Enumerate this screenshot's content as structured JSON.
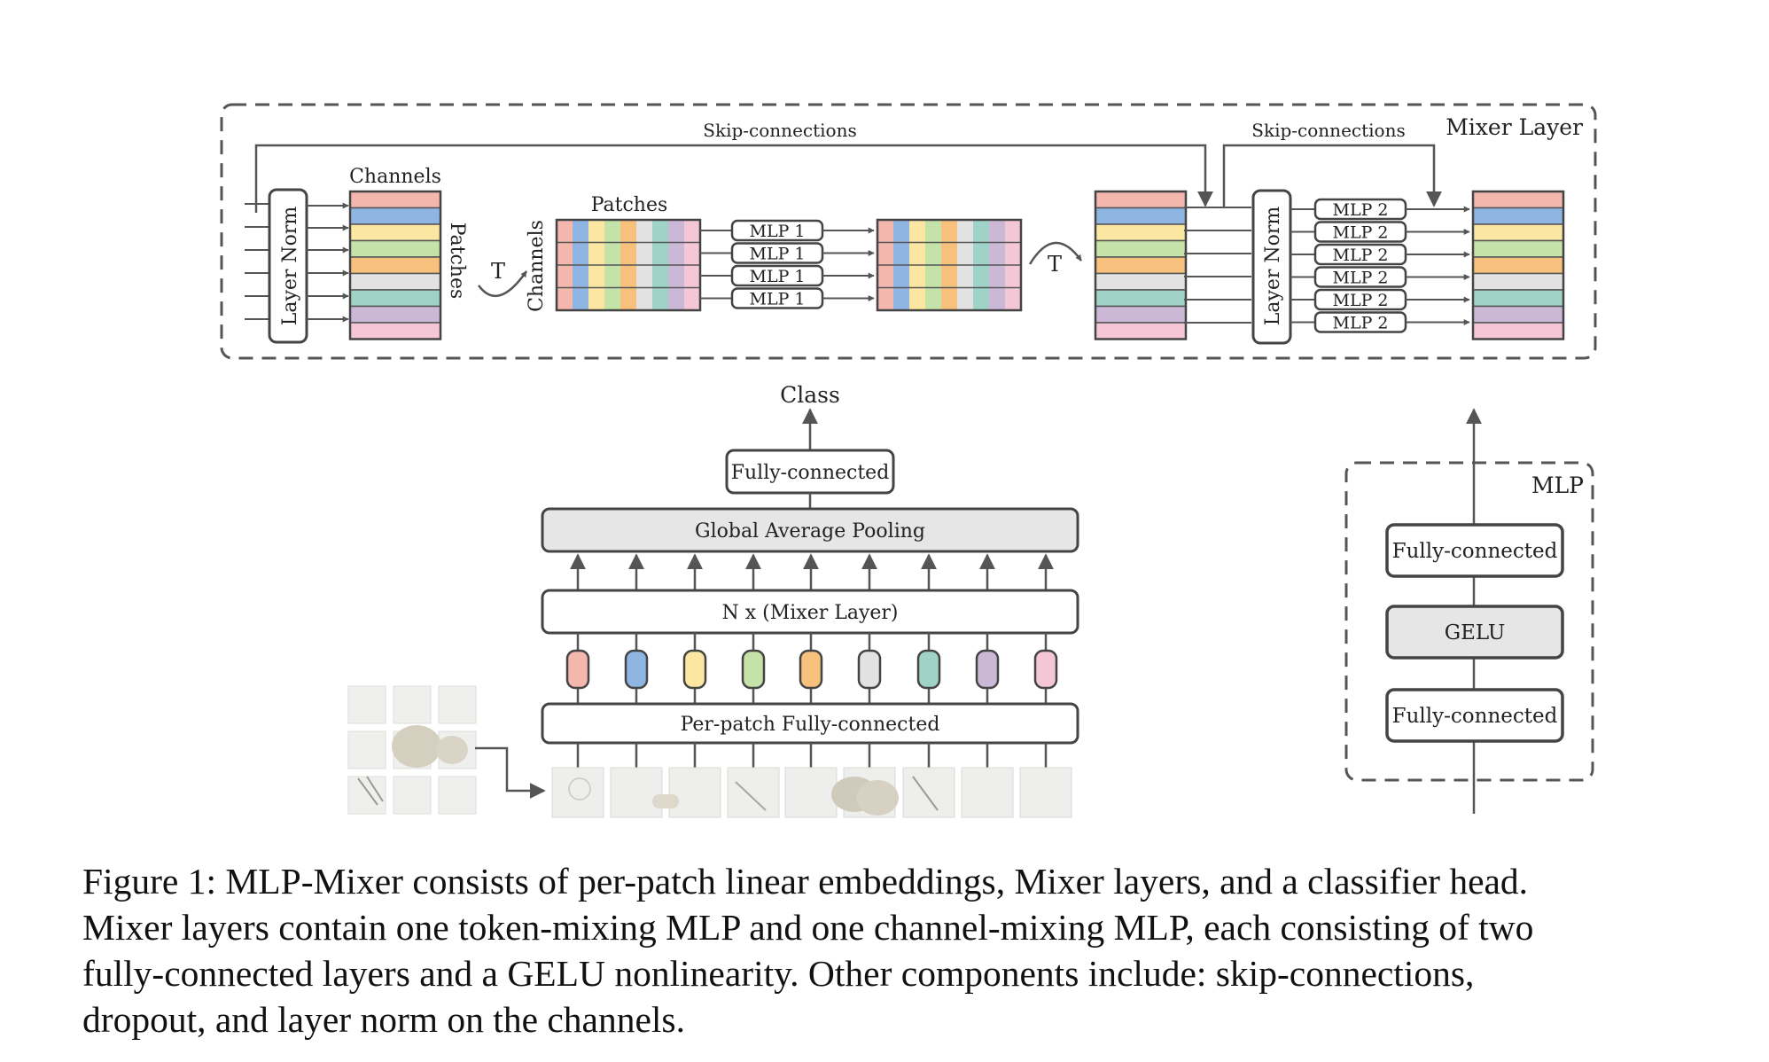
{
  "figure": {
    "mixer_layer": {
      "title": "Mixer Layer",
      "skip_label_1": "Skip-connections",
      "skip_label_2": "Skip-connections",
      "channels_label": "Channels",
      "patches_label_side": "Patches",
      "patches_label_top": "Patches",
      "channels_label_side": "Channels",
      "layer_norm_1": "Layer Norm",
      "layer_norm_2": "Layer Norm",
      "transpose_1": "T",
      "transpose_2": "T",
      "mlp1_labels": [
        "MLP 1",
        "MLP 1",
        "MLP 1",
        "MLP 1"
      ],
      "mlp2_labels": [
        "MLP 2",
        "MLP 2",
        "MLP 2",
        "MLP 2",
        "MLP 2",
        "MLP 2"
      ],
      "row_colors": [
        "#f4b7ae",
        "#8fb5e3",
        "#fbe7a1",
        "#c5e2a8",
        "#f7c07c",
        "#e2e2e2",
        "#9fd3c7",
        "#cbb8d6",
        "#f4c6d6"
      ]
    },
    "pipeline": {
      "class_label": "Class",
      "fc_head": "Fully-connected",
      "gap": "Global Average Pooling",
      "mixer_stack": "N x (Mixer Layer)",
      "per_patch_fc": "Per-patch Fully-connected",
      "token_colors": [
        "#f4b7ae",
        "#8fb5e3",
        "#fbe7a1",
        "#c5e2a8",
        "#f7c07c",
        "#e2e2e2",
        "#9fd3c7",
        "#cbb8d6",
        "#f4c6d6"
      ]
    },
    "mlp_block": {
      "title": "MLP",
      "fc_top": "Fully-connected",
      "gelu": "GELU",
      "fc_bottom": "Fully-connected"
    }
  },
  "caption": {
    "line1": "Figure 1: MLP-Mixer consists of per-patch linear embeddings, Mixer layers, and a classifier head.",
    "line2": "Mixer layers contain one token-mixing MLP and one channel-mixing MLP, each consisting of two",
    "line3": "fully-connected layers and a GELU nonlinearity.  Other components include:  skip-connections,",
    "line4": "dropout, and layer norm on the channels."
  }
}
